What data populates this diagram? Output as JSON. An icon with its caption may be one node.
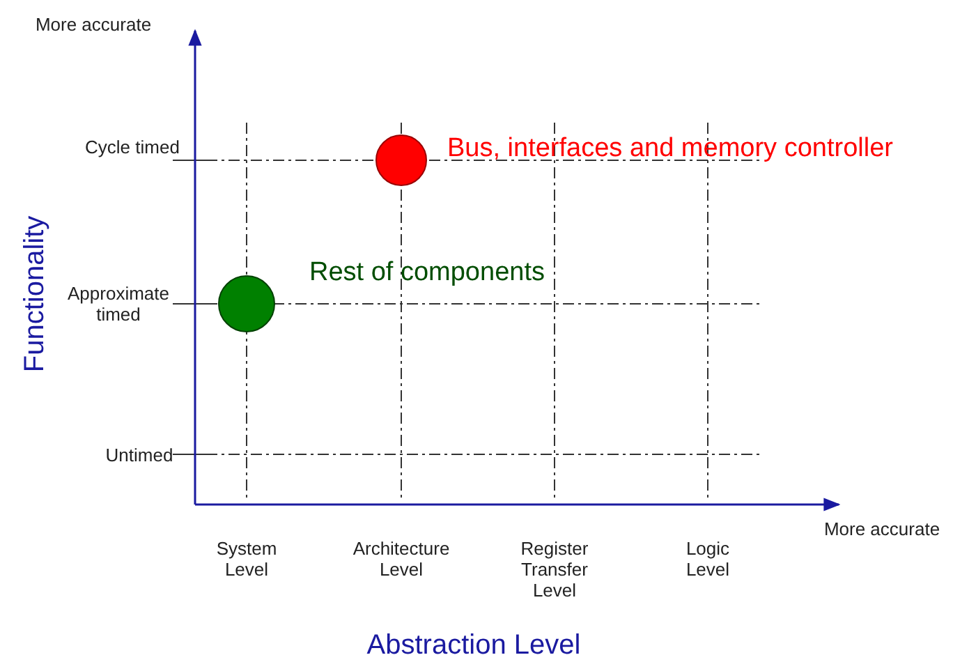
{
  "diagram": {
    "nodes": [
      {
        "text": [],
        "shape": "circle",
        "beside": [
          "Bus, interfaces and memory controller"
        ]
      },
      {
        "text": [],
        "shape": "circle",
        "beside": [
          "Rest of components"
        ]
      }
    ],
    "labels": [
      "More accurate",
      "Cycle timed",
      "Approximate timed",
      "Functionality",
      "Untimed",
      "System Level",
      "Architecture Level",
      "Register Transfer Level",
      "Logic Level",
      "More accurate",
      "Abstraction Level"
    ]
  }
}
